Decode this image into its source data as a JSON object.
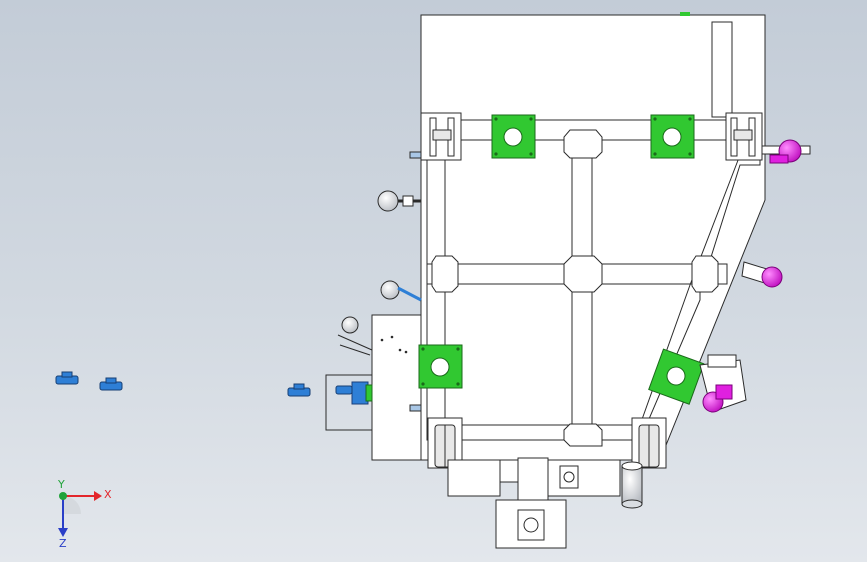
{
  "app": {
    "window_title": "",
    "view": "top-view",
    "background_gradient": [
      "#c3ccd7",
      "#e3e7ec"
    ]
  },
  "triad": {
    "x_label": "X",
    "y_label": "Y",
    "z_label": "Z",
    "x_color": "#e3262b",
    "y_color": "#21a33a",
    "z_color": "#2a3fc8"
  },
  "model": {
    "line_color": "#2b2b2b",
    "face_color": "#ffffff",
    "mount_plate_color": "#31c831",
    "accent_magenta": "#e020e0",
    "accent_blue": "#2e7fd6"
  }
}
